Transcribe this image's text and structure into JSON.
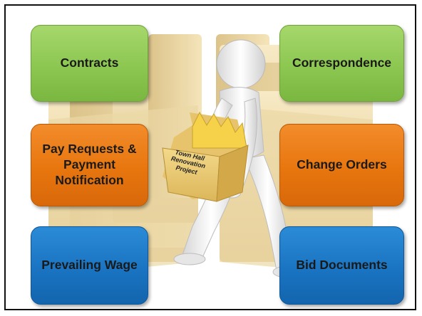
{
  "tiles": {
    "contracts": "Contracts",
    "correspondence": "Correspondence",
    "pay_requests": "Pay Requests &\nPayment\nNotification",
    "change_orders": "Change Orders",
    "prevailing_wage": "Prevailing Wage",
    "bid_documents": "Bid Documents"
  },
  "box_label": "Town Hall\nRenovation\nProject",
  "colors": {
    "green": "#8cc751",
    "orange": "#e8760e",
    "blue": "#1a74c2"
  }
}
